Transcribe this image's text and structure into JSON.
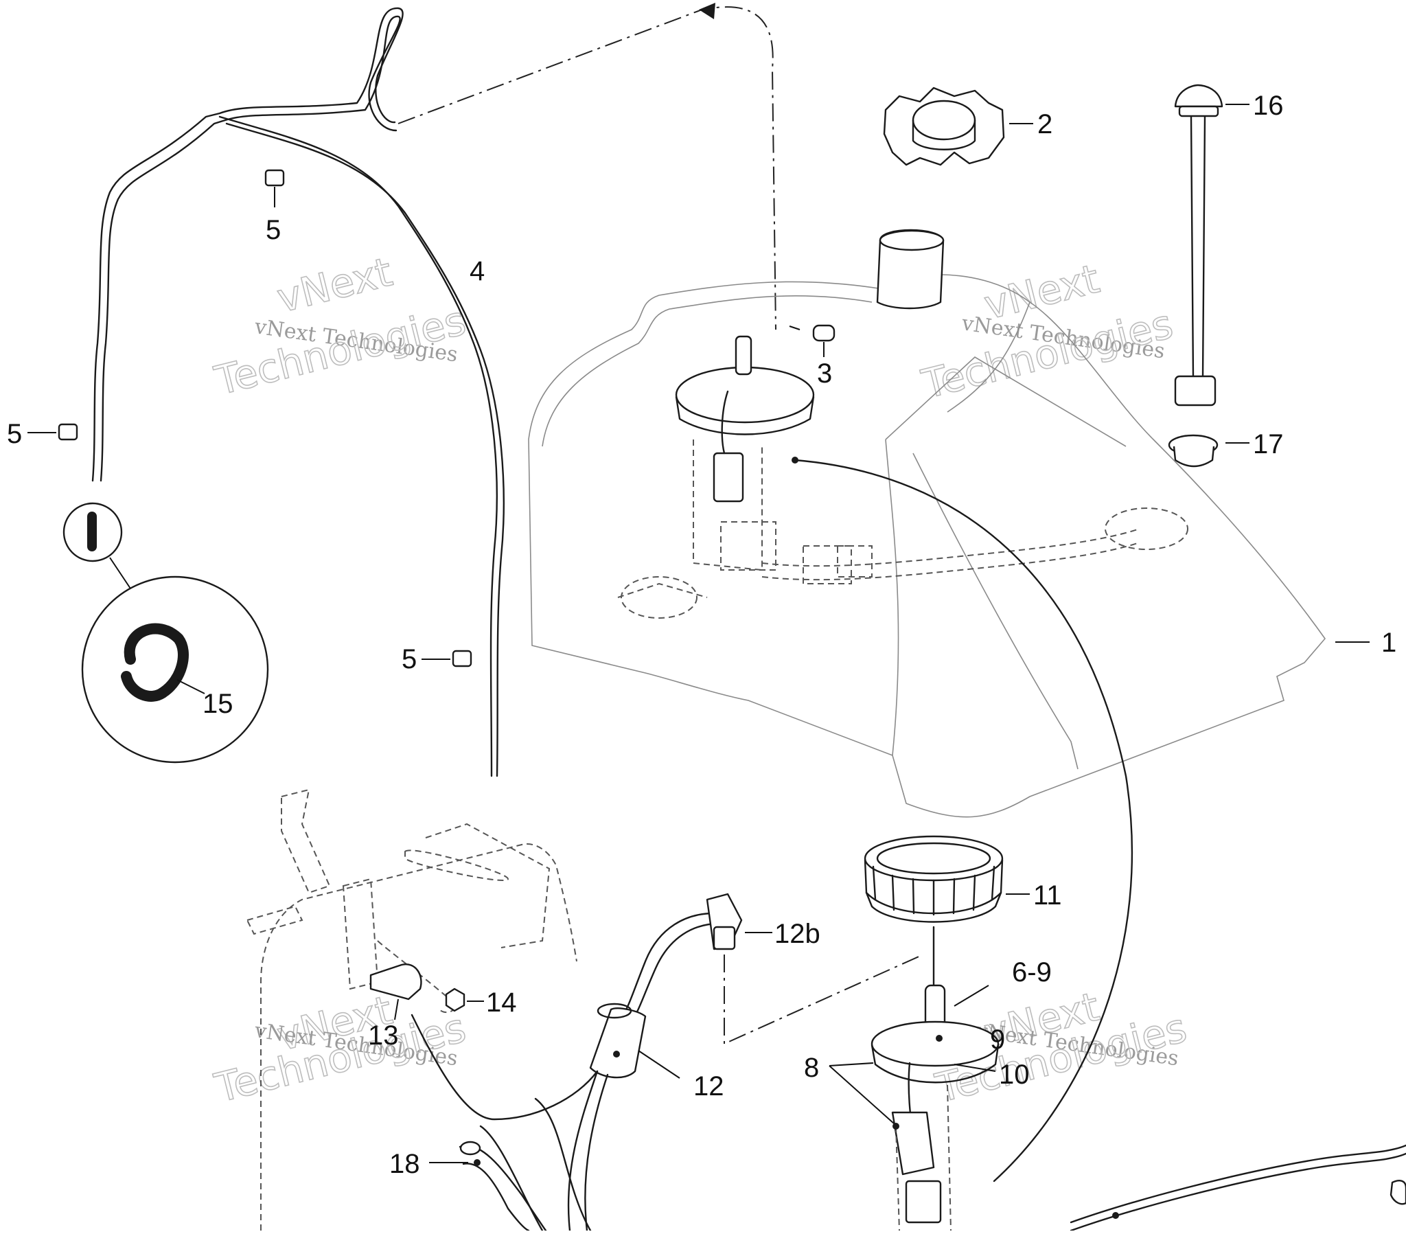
{
  "diagram": {
    "callouts": {
      "c1": "1",
      "c2": "2",
      "c3": "3",
      "c4": "4",
      "c5": "5",
      "c6_9": "6-9",
      "c8": "8",
      "c9": "9",
      "c10": "10",
      "c11": "11",
      "c12": "12",
      "c12b": "12b",
      "c13": "13",
      "c14": "14",
      "c15": "15",
      "c16": "16",
      "c17": "17",
      "c18": "18"
    },
    "watermark": {
      "brand": "vNext",
      "company": "vNext Technologies",
      "word": "Technologies"
    },
    "colors": {
      "line": "#1a1a1a",
      "ghost": "#8a8a8a",
      "watermark": "#bdbdbd"
    }
  }
}
